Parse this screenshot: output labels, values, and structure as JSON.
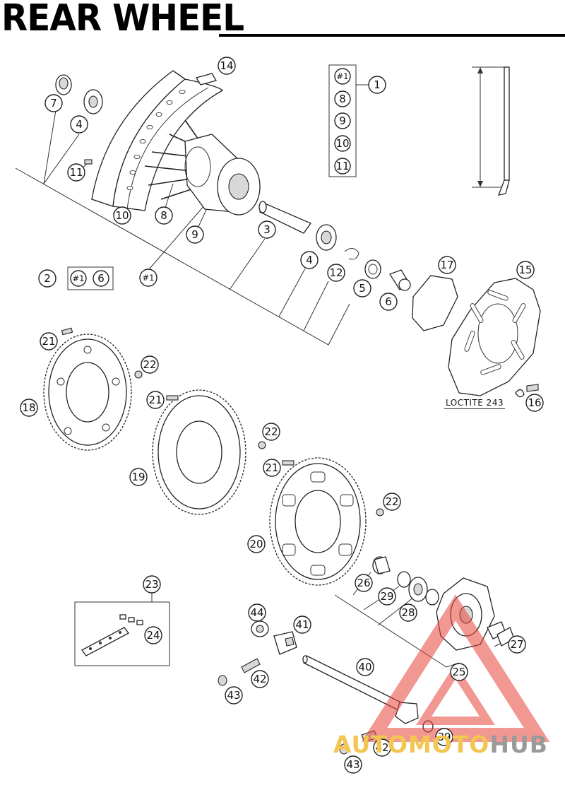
{
  "title": "REAR WHEEL",
  "note": "LOCTITE 243",
  "logo": {
    "part1": "AUTO",
    "part2": "MOTO",
    "part3": "HUB"
  },
  "callouts": {
    "c1": "1",
    "c2": "2",
    "c3": "3",
    "c4a": "4",
    "c4b": "4",
    "c5": "5",
    "c6a": "6",
    "c6b": "6",
    "c7": "7",
    "c8a": "8",
    "c8b": "8",
    "c9a": "9",
    "c9b": "9",
    "c10a": "10",
    "c10b": "10",
    "c11a": "11",
    "c11b": "11",
    "c12": "12",
    "c14": "14",
    "c15": "15",
    "c16": "16",
    "c17": "17",
    "c18": "18",
    "c19": "19",
    "c20": "20",
    "c21a": "21",
    "c21b": "21",
    "c21c": "21",
    "c22a": "22",
    "c22b": "22",
    "c22c": "22",
    "c23": "23",
    "c24": "24",
    "c25": "25",
    "c26": "26",
    "c27": "27",
    "c28": "28",
    "c29": "29",
    "c39": "39",
    "c40": "40",
    "c41": "41",
    "c42a": "42",
    "c42b": "42",
    "c43a": "43",
    "c43b": "43",
    "c44": "44",
    "h1a": "#1",
    "h1b": "#1",
    "h1c": "#1"
  },
  "colors": {
    "watermark": "#e8453c",
    "logo_yellow": "#f3c552",
    "logo_gray": "#9a9a9a"
  }
}
